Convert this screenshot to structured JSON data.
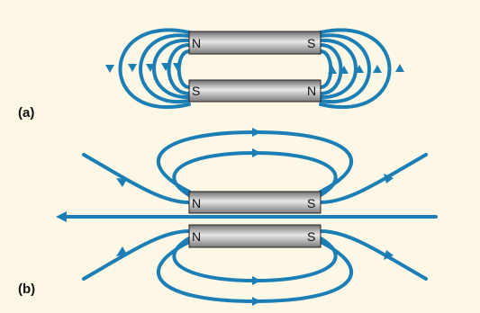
{
  "panels": [
    {
      "label": "(a)",
      "magnets": [
        {
          "left_pole": "N",
          "right_pole": "S"
        },
        {
          "left_pole": "S",
          "right_pole": "N"
        }
      ]
    },
    {
      "label": "(b)",
      "magnets": [
        {
          "left_pole": "N",
          "right_pole": "S"
        },
        {
          "left_pole": "N",
          "right_pole": "S"
        }
      ]
    }
  ],
  "colors": {
    "field_line": "#1b7fb6",
    "background": "#fdf7e6",
    "magnet_dark": "#6e6e6e",
    "magnet_light": "#e8e8e8",
    "outline": "#222222"
  }
}
